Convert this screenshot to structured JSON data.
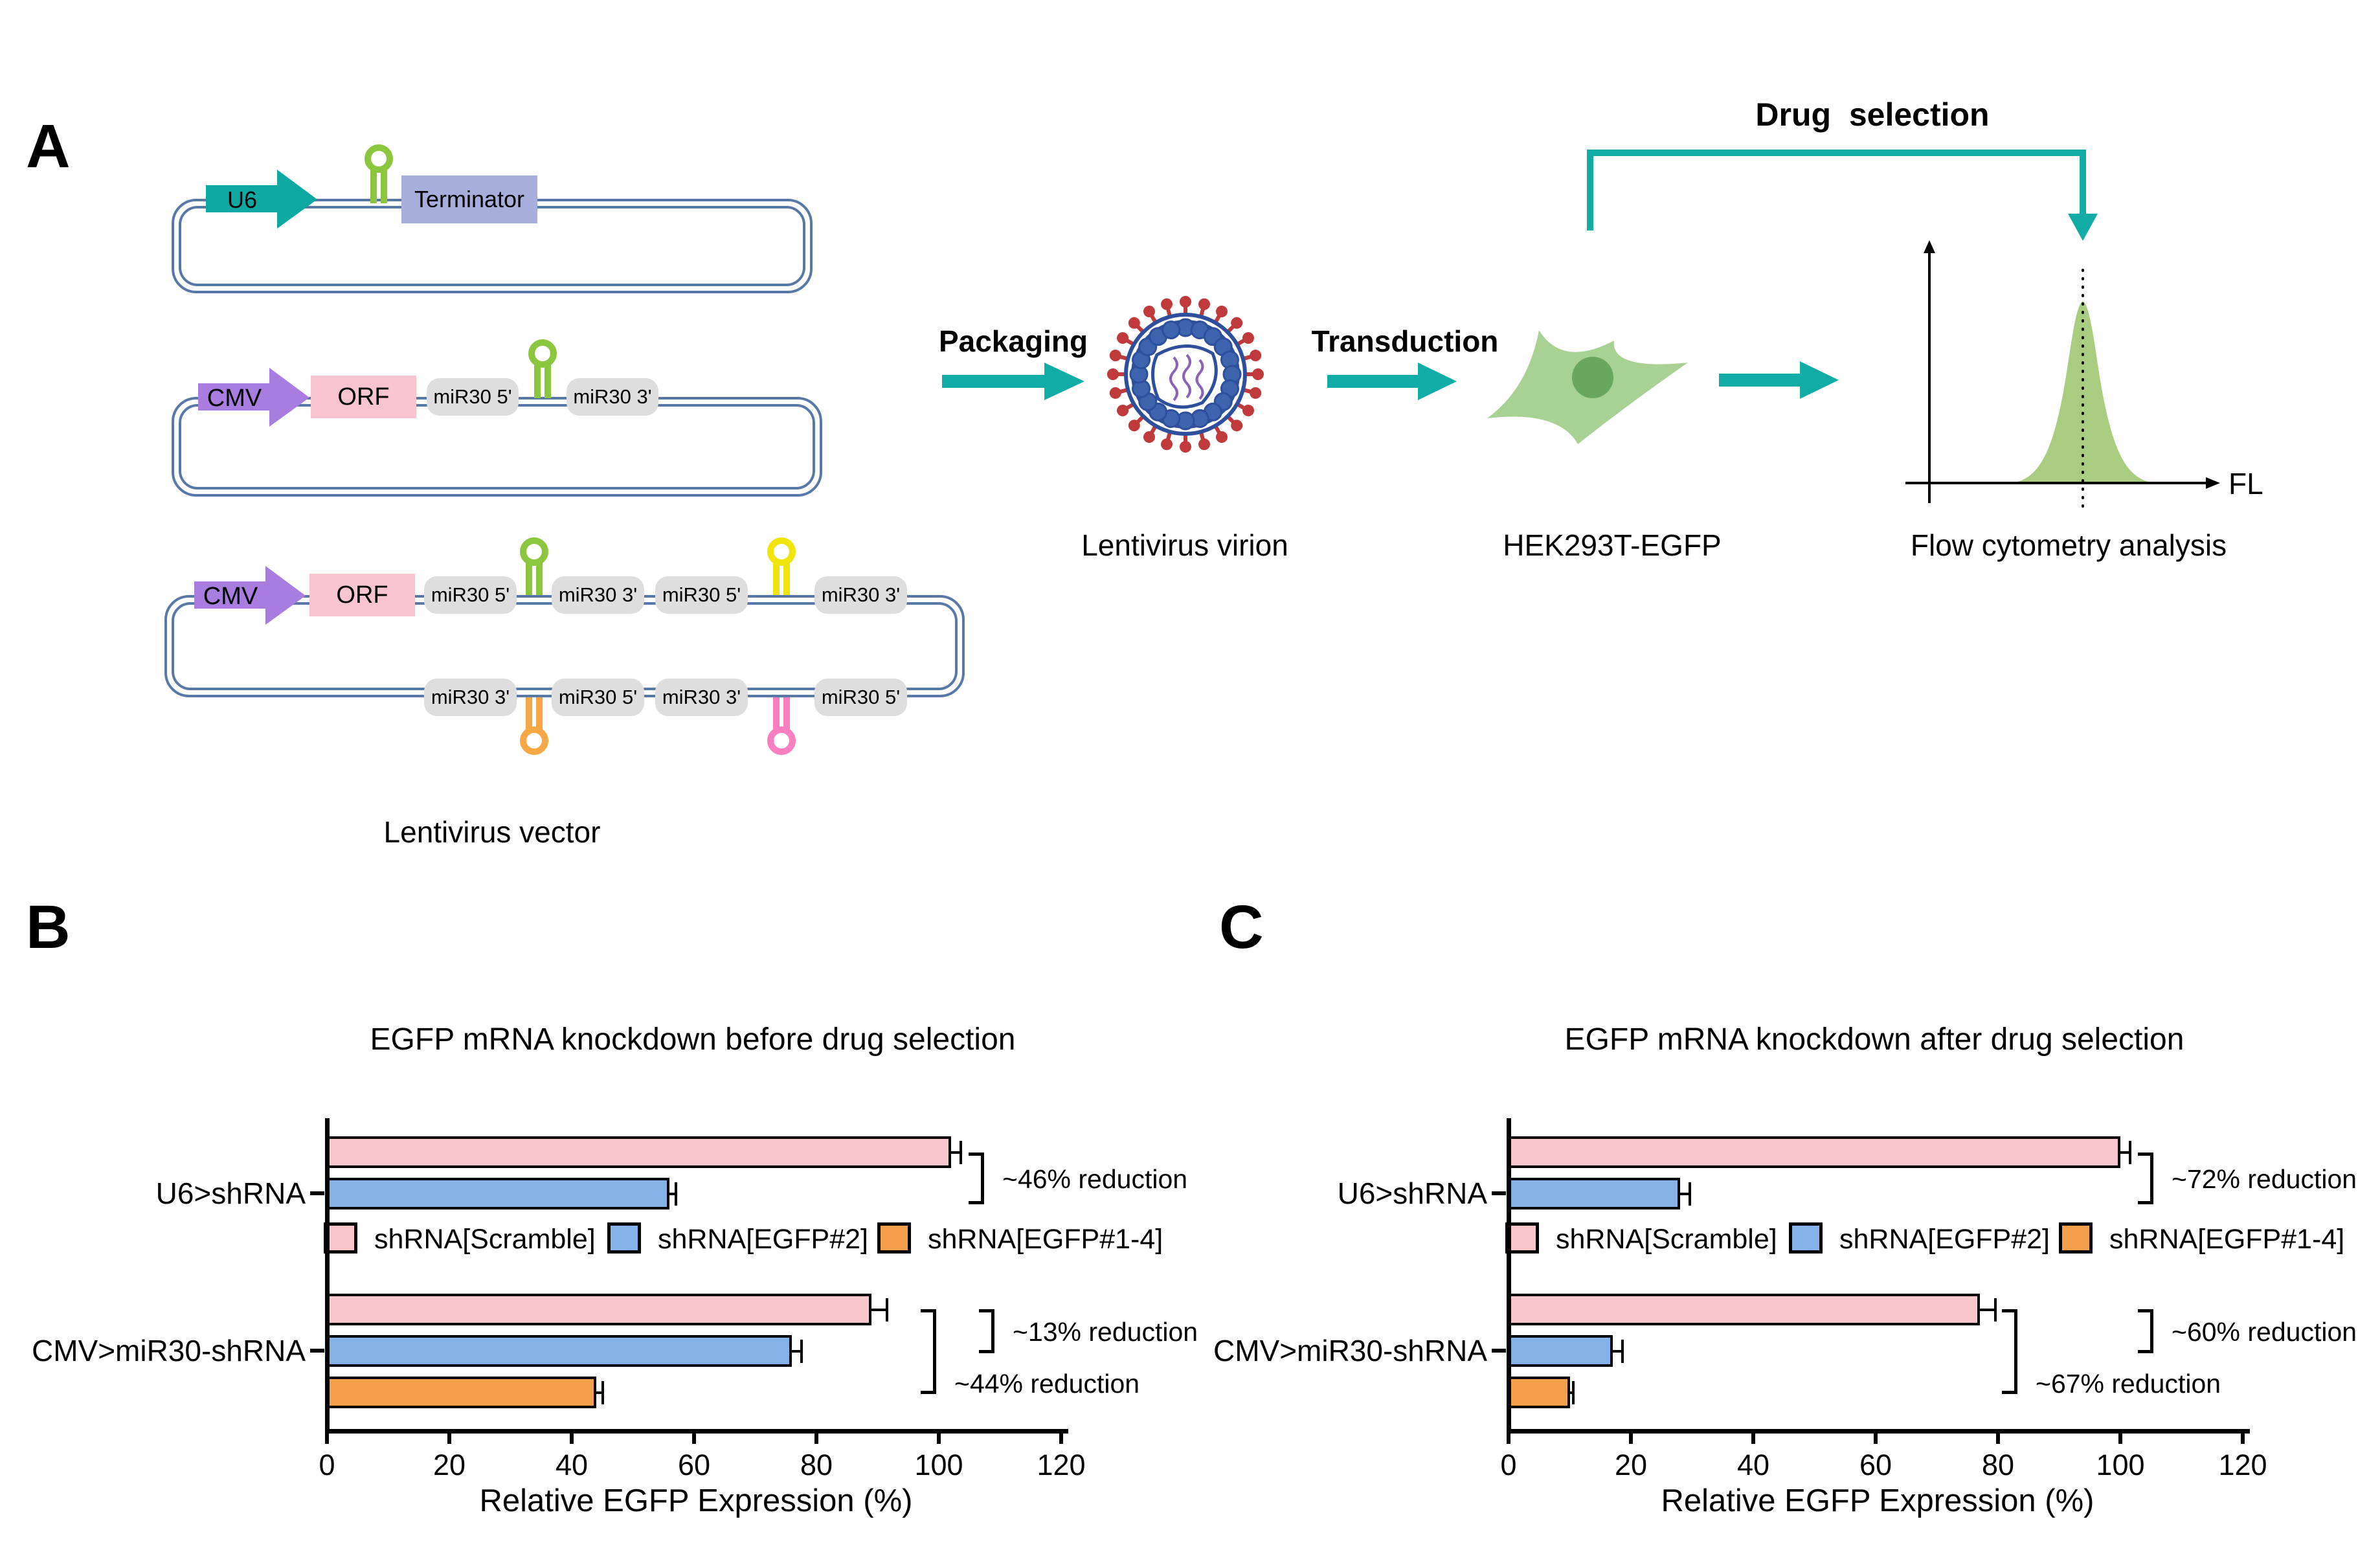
{
  "panel_a": {
    "label": "A",
    "construct1": {
      "promoter": "U6",
      "terminator": "Terminator"
    },
    "construct2": {
      "promoter": "CMV",
      "orf": "ORF",
      "site1": "miR30 5'",
      "site2": "miR30 3'"
    },
    "construct3": {
      "promoter": "CMV",
      "orf": "ORF",
      "top": [
        "miR30 5'",
        "miR30 3'",
        "miR30 5'",
        "miR30 3'"
      ],
      "bottom": [
        "miR30 3'",
        "miR30 5'",
        "miR30 3'",
        "miR30 5'"
      ]
    },
    "vector_label": "Lentivirus vector",
    "packaging": "Packaging",
    "virion_label": "Lentivirus virion",
    "transduction": "Transduction",
    "cell_label": "HEK293T-EGFP",
    "drug_selection": "Drug  selection",
    "flow_label": "Flow cytometry analysis",
    "fl": "FL",
    "colors": {
      "teal": "#12ACA6",
      "u6_arrow": "#0EA8A2",
      "cmv_arrow": "#A97CDF",
      "orf_pink": "#F8C4CF",
      "terminator_lavender": "#A8AEDC",
      "site_gray": "#DEDEDE",
      "hairpin_green": "#8BC63F",
      "hairpin_yellow": "#F0E40A",
      "hairpin_orange": "#F5A845",
      "hairpin_pink": "#FA7FC0",
      "plasmid_blue": "#5878A8",
      "virion_navy": "#2E4F9E",
      "virion_spike_red": "#C0393B",
      "cell_green": "#A8D294",
      "nucleus_green": "#69A65E",
      "peak_green": "#A8CD80"
    }
  },
  "panel_b": {
    "label": "B",
    "title": "EGFP mRNA knockdown before drug selection",
    "legend": [
      {
        "label": "shRNA[Scramble]",
        "color": "#F9C6CB"
      },
      {
        "label": "shRNA[EGFP#2]",
        "color": "#82B2E8"
      },
      {
        "label": "shRNA[EGFP#1-4]",
        "color": "#F5A04A"
      }
    ],
    "ticks": [
      "0",
      "20",
      "40",
      "60",
      "80",
      "100",
      "120"
    ],
    "xlabel": "Relative EGFP Expression (%)",
    "groups": [
      {
        "category": "U6>shRNA",
        "bars": [
          {
            "series": "shRNA[Scramble]",
            "value": 102,
            "error": 2
          },
          {
            "series": "shRNA[EGFP#2]",
            "value": 56,
            "error": 1.5
          }
        ],
        "annotations": [
          {
            "text": "~46% reduction"
          }
        ]
      },
      {
        "category": "CMV>miR30-shRNA",
        "bars": [
          {
            "series": "shRNA[Scramble]",
            "value": 89,
            "error": 3
          },
          {
            "series": "shRNA[EGFP#2]",
            "value": 76,
            "error": 2
          },
          {
            "series": "shRNA[EGFP#1-4]",
            "value": 44,
            "error": 1.5
          }
        ],
        "annotations": [
          {
            "text": "~13% reduction"
          },
          {
            "text": "~44% reduction"
          }
        ]
      }
    ]
  },
  "panel_c": {
    "label": "C",
    "title": "EGFP mRNA knockdown after drug selection",
    "legend": [
      {
        "label": "shRNA[Scramble]",
        "color": "#F9C6CB"
      },
      {
        "label": "shRNA[EGFP#2]",
        "color": "#82B2E8"
      },
      {
        "label": "shRNA[EGFP#1-4]",
        "color": "#F5A04A"
      }
    ],
    "ticks": [
      "0",
      "20",
      "40",
      "60",
      "80",
      "100",
      "120"
    ],
    "xlabel": "Relative EGFP Expression (%)",
    "groups": [
      {
        "category": "U6>shRNA",
        "bars": [
          {
            "series": "shRNA[Scramble]",
            "value": 100,
            "error": 2
          },
          {
            "series": "shRNA[EGFP#2]",
            "value": 28,
            "error": 2
          }
        ],
        "annotations": [
          {
            "text": "~72% reduction"
          }
        ]
      },
      {
        "category": "CMV>miR30-shRNA",
        "bars": [
          {
            "series": "shRNA[Scramble]",
            "value": 77,
            "error": 3
          },
          {
            "series": "shRNA[EGFP#2]",
            "value": 17,
            "error": 2
          },
          {
            "series": "shRNA[EGFP#1-4]",
            "value": 10,
            "error": 1
          }
        ],
        "annotations": [
          {
            "text": "~60% reduction"
          },
          {
            "text": "~67% reduction"
          }
        ]
      }
    ]
  },
  "chart_data": [
    {
      "type": "bar",
      "orientation": "horizontal",
      "title": "EGFP mRNA knockdown before drug selection",
      "categories": [
        "U6>shRNA",
        "CMV>miR30-shRNA"
      ],
      "series": [
        {
          "name": "shRNA[Scramble]",
          "values": [
            102,
            89
          ],
          "errors": [
            2,
            3
          ],
          "color": "#F9C6CB"
        },
        {
          "name": "shRNA[EGFP#2]",
          "values": [
            56,
            76
          ],
          "errors": [
            1.5,
            2
          ],
          "color": "#82B2E8"
        },
        {
          "name": "shRNA[EGFP#1-4]",
          "values": [
            null,
            44
          ],
          "errors": [
            null,
            1.5
          ],
          "color": "#F5A04A"
        }
      ],
      "xlabel": "Relative EGFP Expression (%)",
      "xlim": [
        0,
        120
      ],
      "annotations": [
        "~46% reduction",
        "~13% reduction",
        "~44% reduction"
      ],
      "legend_position": "top",
      "grid": false
    },
    {
      "type": "bar",
      "orientation": "horizontal",
      "title": "EGFP mRNA knockdown after drug selection",
      "categories": [
        "U6>shRNA",
        "CMV>miR30-shRNA"
      ],
      "series": [
        {
          "name": "shRNA[Scramble]",
          "values": [
            100,
            77
          ],
          "errors": [
            2,
            3
          ],
          "color": "#F9C6CB"
        },
        {
          "name": "shRNA[EGFP#2]",
          "values": [
            28,
            17
          ],
          "errors": [
            2,
            2
          ],
          "color": "#82B2E8"
        },
        {
          "name": "shRNA[EGFP#1-4]",
          "values": [
            null,
            10
          ],
          "errors": [
            null,
            1
          ],
          "color": "#F5A04A"
        }
      ],
      "xlabel": "Relative EGFP Expression (%)",
      "xlim": [
        0,
        120
      ],
      "annotations": [
        "~72% reduction",
        "~60% reduction",
        "~67% reduction"
      ],
      "legend_position": "top",
      "grid": false
    }
  ]
}
